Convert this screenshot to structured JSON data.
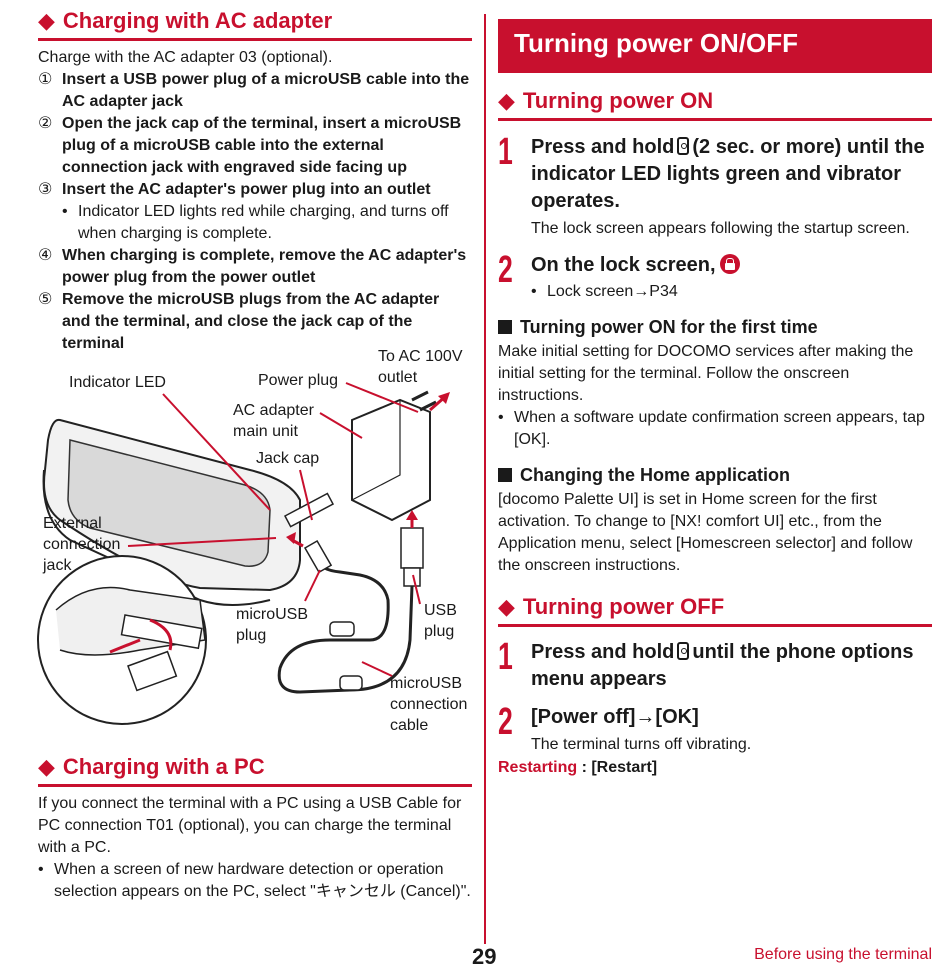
{
  "left": {
    "ac_heading": "Charging with AC adapter",
    "ac_intro": "Charge with the AC adapter 03 (optional).",
    "steps": [
      {
        "num": "①",
        "text": "Insert a USB power plug of a microUSB cable into the AC adapter jack"
      },
      {
        "num": "②",
        "text": "Open the jack cap of the terminal, insert a microUSB plug of a microUSB cable into the external connection jack with engraved side facing up"
      },
      {
        "num": "③",
        "text": "Insert the AC adapter's power plug into an outlet"
      },
      {
        "num": "④",
        "text": "When charging is complete, remove the AC adapter's power plug from the power outlet"
      },
      {
        "num": "⑤",
        "text": "Remove the microUSB plugs from the AC adapter and the terminal, and close the jack cap of the terminal"
      }
    ],
    "step3_bullet": "Indicator LED lights red while charging, and turns off when charging is complete.",
    "diagram_labels": {
      "to_ac": "To AC 100V outlet",
      "indicator_led": "Indicator LED",
      "power_plug": "Power plug",
      "ac_adapter": "AC adapter main unit",
      "jack_cap": "Jack cap",
      "external_jack": "External connection jack",
      "microusb_plug": "microUSB plug",
      "usb_plug": "USB plug",
      "microusb_cable": "microUSB connection cable"
    },
    "pc_heading": "Charging with a PC",
    "pc_intro": "If you connect the terminal with a PC using a USB Cable for PC connection T01 (optional), you can charge the terminal with a PC.",
    "pc_bullet": "When a screen of new hardware detection or operation selection appears on the PC, select \"キャンセル (Cancel)\"."
  },
  "right": {
    "banner": "Turning power ON/OFF",
    "on_heading": "Turning power ON",
    "on_step1_pre": "Press and hold",
    "on_step1_post": "(2 sec. or more) until the indicator LED lights green and vibrator operates.",
    "on_step1_desc": "The lock screen appears following the startup screen.",
    "on_step2": "On the lock screen,",
    "on_step2_bullet": "Lock screen→P34",
    "first_time_heading": "Turning power ON for the first time",
    "first_time_text": "Make initial setting for DOCOMO services after making the initial setting for the terminal. Follow the onscreen instructions.",
    "first_time_bullet": "When a software update confirmation screen appears, tap [OK].",
    "home_heading": "Changing the Home application",
    "home_text": "[docomo Palette UI] is set in Home screen for the first activation. To change to [NX! comfort UI] etc., from the Application menu, select [Homescreen selector] and follow the onscreen instructions.",
    "off_heading": "Turning power OFF",
    "off_step1_pre": "Press and hold",
    "off_step1_post": "until the phone options menu appears",
    "off_step2": "[Power off]→[OK]",
    "off_step2_desc": "The terminal turns off vibrating.",
    "restart_label": "Restarting",
    "restart_sep": " : ",
    "restart_value": "[Restart]"
  },
  "footer": {
    "page_number": "29",
    "section": "Before using the terminal"
  },
  "icons": {
    "diamond": "◆",
    "bullet": "•",
    "step_one": "1",
    "step_two": "2"
  },
  "colors": {
    "accent": "#c8102e"
  }
}
